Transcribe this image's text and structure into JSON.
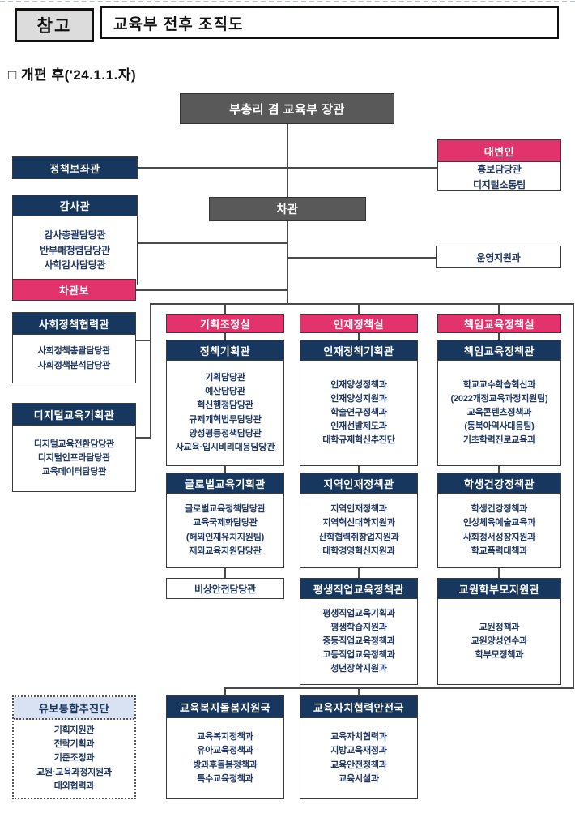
{
  "header": {
    "tag": "참고",
    "title": "교육부 전후 조직도",
    "section": "□ 개편 후('24.1.1.자)"
  },
  "colors": {
    "navy": "#17375E",
    "pink": "#E2336C",
    "gray": "#595959",
    "yubo_header_bg": "#D9E2F3"
  },
  "chart": {
    "minister": "부총리 겸 교육부 장관",
    "vice_minister": "차관",
    "policy_advisor": "정책보좌관",
    "deputy_minister": "차관보",
    "operations": "운영지원과",
    "emergency": "비상안전담당관",
    "spokesperson": {
      "title": "대변인",
      "items": [
        "홍보담당관",
        "디지털소통팀"
      ]
    },
    "audit": {
      "title": "감사관",
      "items": [
        "감사총괄담당관",
        "반부패청렴담당관",
        "사학감사담당관"
      ]
    },
    "social": {
      "title": "사회정책협력관",
      "items": [
        "사회정책총괄담당관",
        "사회정책분석담당관"
      ]
    },
    "digital": {
      "title": "디지털교육기획관",
      "items": [
        "디지털교육전환담당관",
        "디지털인프라담당관",
        "교육데이터담당관"
      ]
    },
    "planning_office": "기획조정실",
    "talent_office": "인재정책실",
    "resp_office": "책임교육정책실",
    "policy_planning": {
      "title": "정책기획관",
      "items": [
        "기획담당관",
        "예산담당관",
        "혁신행정담당관",
        "규제개혁법무담당관",
        "양성평등정책담당관",
        "사교육·입시비리대응담당관"
      ]
    },
    "global_edu": {
      "title": "글로벌교육기획관",
      "items": [
        "글로벌교육정책담당관",
        "교육국제화담당관",
        "(해외인재유치지원팀)",
        "재외교육지원담당관"
      ]
    },
    "talent_planning": {
      "title": "인재정책기획관",
      "items": [
        "인재양성정책과",
        "인재양성지원과",
        "학술연구정책과",
        "인재선발제도과",
        "대학규제혁신추진단"
      ]
    },
    "regional": {
      "title": "지역인재정책관",
      "items": [
        "지역인재정책과",
        "지역혁신대학지원과",
        "산학협력취창업지원과",
        "대학경영혁신지원과"
      ]
    },
    "lifelong": {
      "title": "평생직업교육정책관",
      "items": [
        "평생직업교육기획과",
        "평생학습지원과",
        "중등직업교육정책과",
        "고등직업교육정책과",
        "청년장학지원과"
      ]
    },
    "resp_policy": {
      "title": "책임교육정책관",
      "items": [
        "학교교수학습혁신과",
        "(2022개정교육과정지원팀)",
        "교육콘텐츠정책과",
        "(동북아역사대응팀)",
        "기초학력진로교육과"
      ]
    },
    "student_health": {
      "title": "학생건강정책관",
      "items": [
        "학생건강정책과",
        "인성체육예술교육과",
        "사회정서성장지원과",
        "학교폭력대책과"
      ]
    },
    "teacher_parent": {
      "title": "교원학부모지원관",
      "items": [
        "교원정책과",
        "교원양성연수과",
        "학부모정책과"
      ]
    },
    "yubo": {
      "title": "유보통합추진단",
      "items": [
        "기획지원관",
        "전략기획과",
        "기준조정과",
        "교원·교육과정지원과",
        "대외협력과"
      ]
    },
    "welfare": {
      "title": "교육복지돌봄지원국",
      "items": [
        "교육복지정책과",
        "유아교육정책과",
        "방과후돌봄정책과",
        "특수교육정책과"
      ]
    },
    "autonomy": {
      "title": "교육자치협력안전국",
      "items": [
        "교육자치협력과",
        "지방교육재정과",
        "교육안전정책과",
        "교육시설과"
      ]
    }
  }
}
